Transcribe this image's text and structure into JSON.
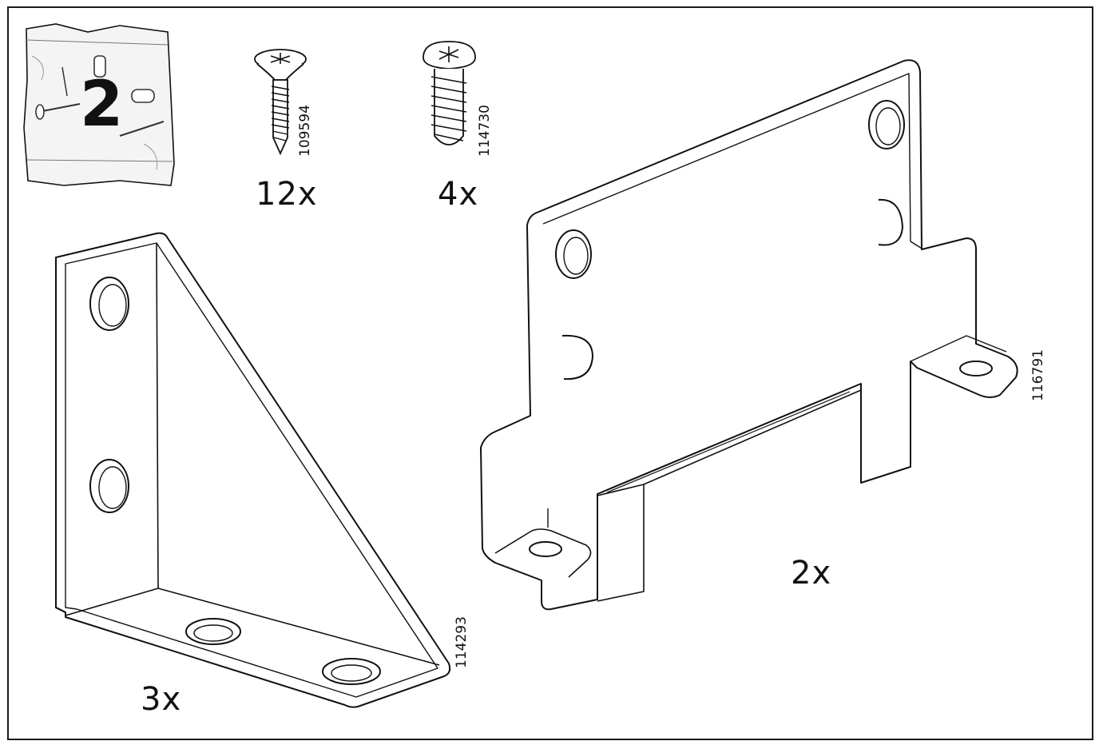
{
  "bag": {
    "number": "2"
  },
  "parts": [
    {
      "id": "screw-flat",
      "code": "109594",
      "quantity": "12x"
    },
    {
      "id": "screw-round",
      "code": "114730",
      "quantity": "4x"
    },
    {
      "id": "corner-bracket",
      "code": "114293",
      "quantity": "3x"
    },
    {
      "id": "mounting-plate",
      "code": "116791",
      "quantity": "2x"
    }
  ]
}
